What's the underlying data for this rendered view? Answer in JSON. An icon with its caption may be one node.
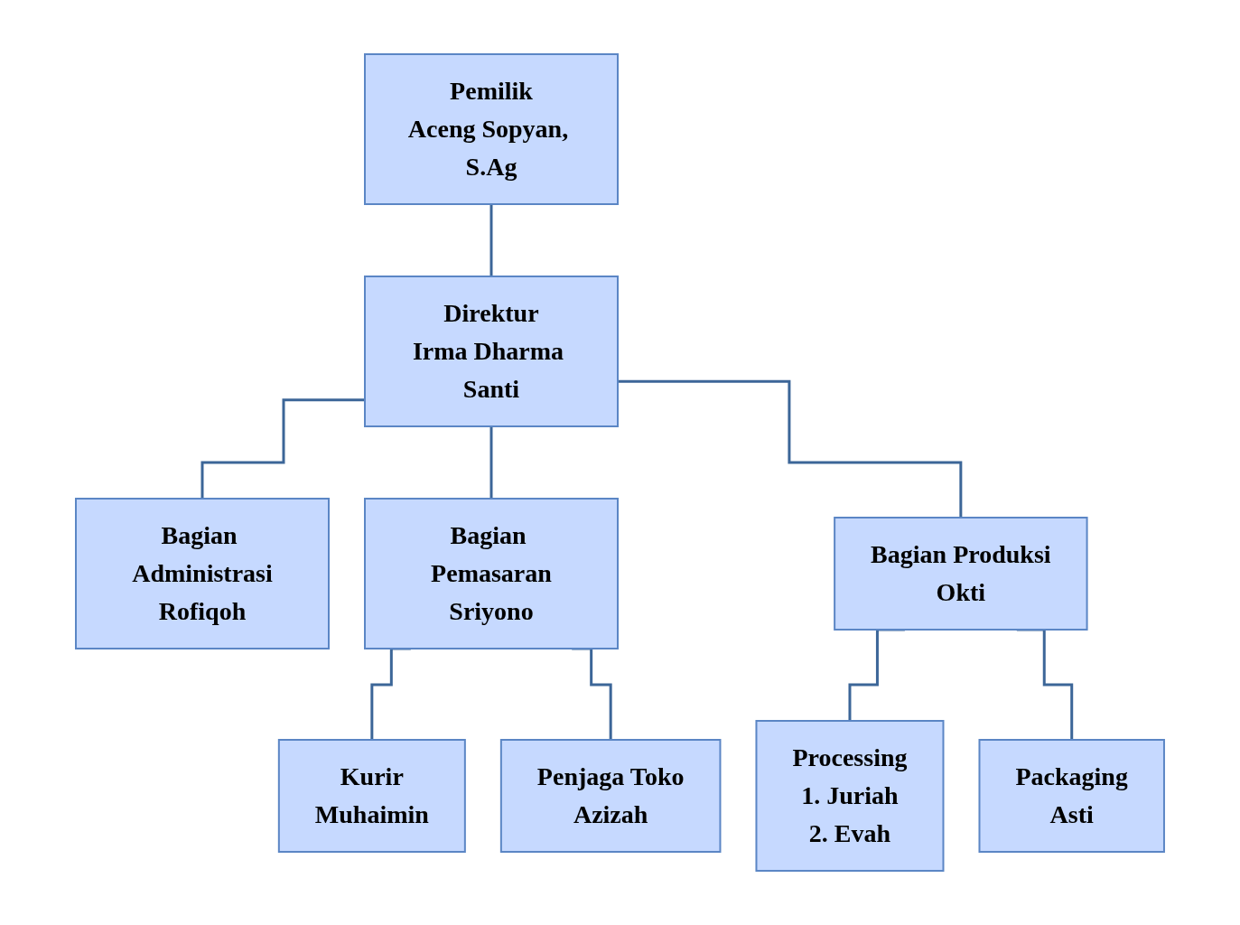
{
  "diagram": {
    "nodes": [
      {
        "text": [
          "Pemilik",
          "Aceng Sopyan, S.Ag"
        ]
      },
      {
        "text": [
          "Direktur",
          "Irma Dharma Santi"
        ]
      },
      {
        "text": [
          "Bagian Administrasi",
          "Rofiqoh"
        ]
      },
      {
        "text": [
          "Bagian Pemasaran",
          "Sriyono"
        ]
      },
      {
        "text": [
          "Bagian Produksi",
          "Okti"
        ]
      },
      {
        "text": [
          "Kurir",
          "Muhaimin"
        ]
      },
      {
        "text": [
          "Penjaga Toko",
          "Azizah"
        ]
      },
      {
        "text": [
          "Processing",
          "1. Juriah",
          "2. Evah"
        ]
      },
      {
        "text": [
          "Packaging",
          "Asti"
        ]
      }
    ],
    "edges": [
      {
        "from": 0,
        "to": 1,
        "arrow": "none"
      },
      {
        "from": 1,
        "to": 2,
        "arrow": "none"
      },
      {
        "from": 1,
        "to": 3,
        "arrow": "none"
      },
      {
        "from": 1,
        "to": 4,
        "arrow": "none"
      },
      {
        "from": 3,
        "to": 5,
        "arrow": "none"
      },
      {
        "from": 3,
        "to": 6,
        "arrow": "none"
      },
      {
        "from": 4,
        "to": 7,
        "arrow": "none"
      },
      {
        "from": 4,
        "to": 8,
        "arrow": "none"
      }
    ]
  }
}
